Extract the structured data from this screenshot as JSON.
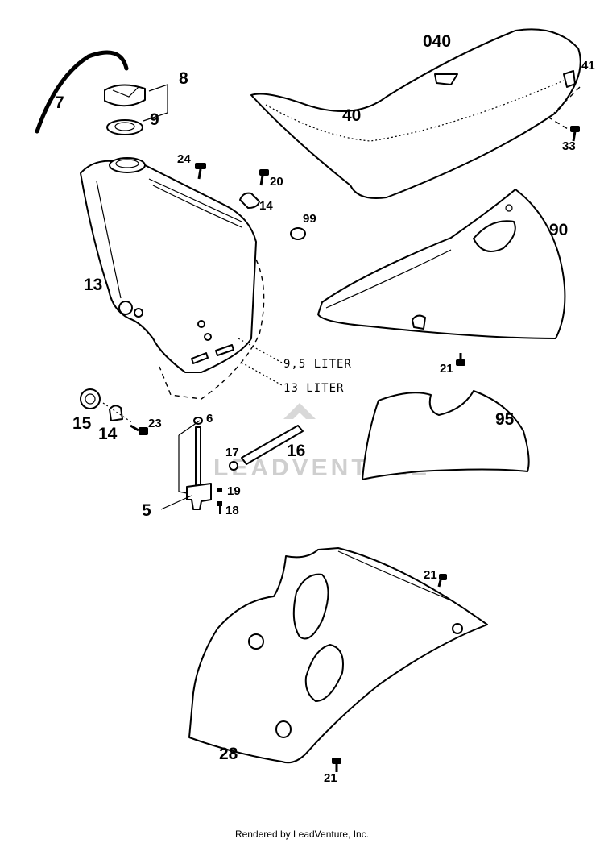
{
  "watermark": "LEADVENTURE",
  "footer": "Rendered by LeadVenture, Inc.",
  "labels": {
    "p040": "040",
    "p41": "41",
    "p8": "8",
    "p7": "7",
    "p9": "9",
    "p40": "40",
    "p33": "33",
    "p24": "24",
    "p20": "20",
    "p14a": "14",
    "p99": "99",
    "p90": "90",
    "p13": "13",
    "liter95": "9,5 LITER",
    "liter13": "13  LITER",
    "p21a": "21",
    "p95": "95",
    "p15": "15",
    "p14b": "14",
    "p23": "23",
    "p6": "6",
    "p17": "17",
    "p16": "16",
    "p19": "19",
    "p5": "5",
    "p18": "18",
    "p21b": "21",
    "p28": "28",
    "p21c": "21"
  }
}
